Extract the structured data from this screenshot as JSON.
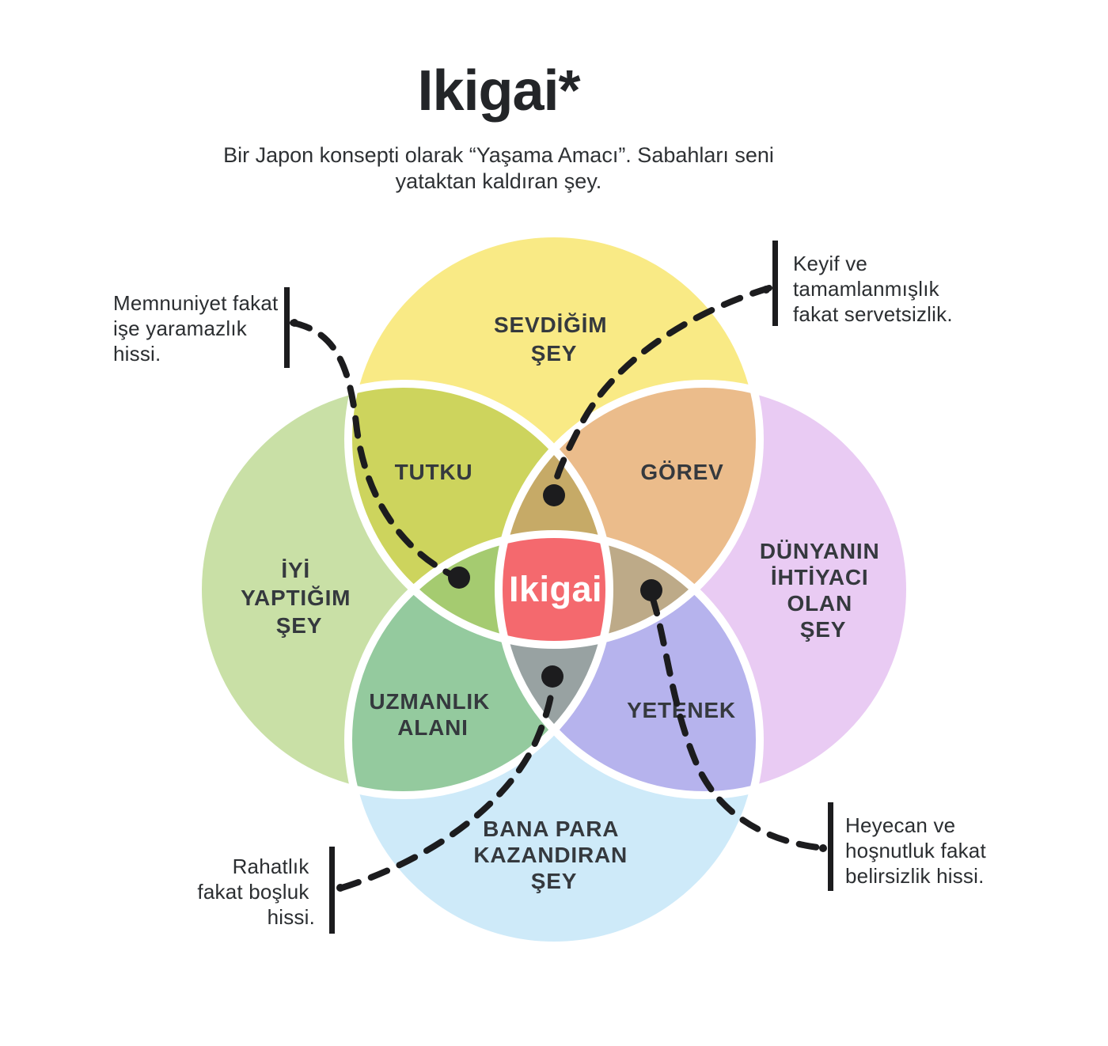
{
  "header": {
    "title": "Ikigai*",
    "subtitle_lines": [
      "Bir Japon konsepti olarak “Yaşama Amacı”. Sabahları seni",
      "yataktan kaldıran şey."
    ]
  },
  "colors": {
    "background": "#FFFFFF",
    "circle_yellow": "#F9EA85",
    "circle_green": "#C9E0A6",
    "circle_purple": "#E9CBF3",
    "circle_blue": "#CEEAF9",
    "overlap_passion": "#CDD45D",
    "overlap_mission": "#EBBC8B",
    "overlap_profession": "#94CA9E",
    "overlap_vocation": "#B6B3ED",
    "overlap_top_triple": "#C6AA67",
    "overlap_left_triple": "#A5CB70",
    "overlap_right_triple": "#BDAA88",
    "overlap_bottom_triple": "#98A2A2",
    "center_red": "#F4696E",
    "line_black": "#1C1C1E",
    "label_dark": "#35393E"
  },
  "circles": {
    "top": {
      "lines": [
        "SEVDİĞİM",
        "ŞEY"
      ]
    },
    "left": {
      "lines": [
        "İYİ",
        "YAPTIĞIM",
        "ŞEY"
      ]
    },
    "right": {
      "lines": [
        "DÜNYANIN",
        "İHTİYACI",
        "OLAN",
        "ŞEY"
      ]
    },
    "bottom": {
      "lines": [
        "BANA PARA",
        "KAZANDIRAN",
        "ŞEY"
      ]
    }
  },
  "overlaps": {
    "passion": "TUTKU",
    "mission": "GÖREV",
    "profession_lines": [
      "UZMANLIK",
      "ALANI"
    ],
    "vocation": "YETENEK",
    "center": "Ikigai"
  },
  "callouts": {
    "top_left": {
      "lines": [
        "Memnuniyet fakat",
        "işe yaramazlık",
        "hissi."
      ]
    },
    "top_right": {
      "lines": [
        "Keyif ve",
        "tamamlanmışlık",
        "fakat servetsizlik."
      ]
    },
    "bottom_left": {
      "lines": [
        "Rahatlık",
        "fakat boşluk",
        "hissi."
      ]
    },
    "bottom_right": {
      "lines": [
        "Heyecan ve",
        "hoşnutluk fakat",
        "belirsizlik hissi."
      ]
    }
  }
}
